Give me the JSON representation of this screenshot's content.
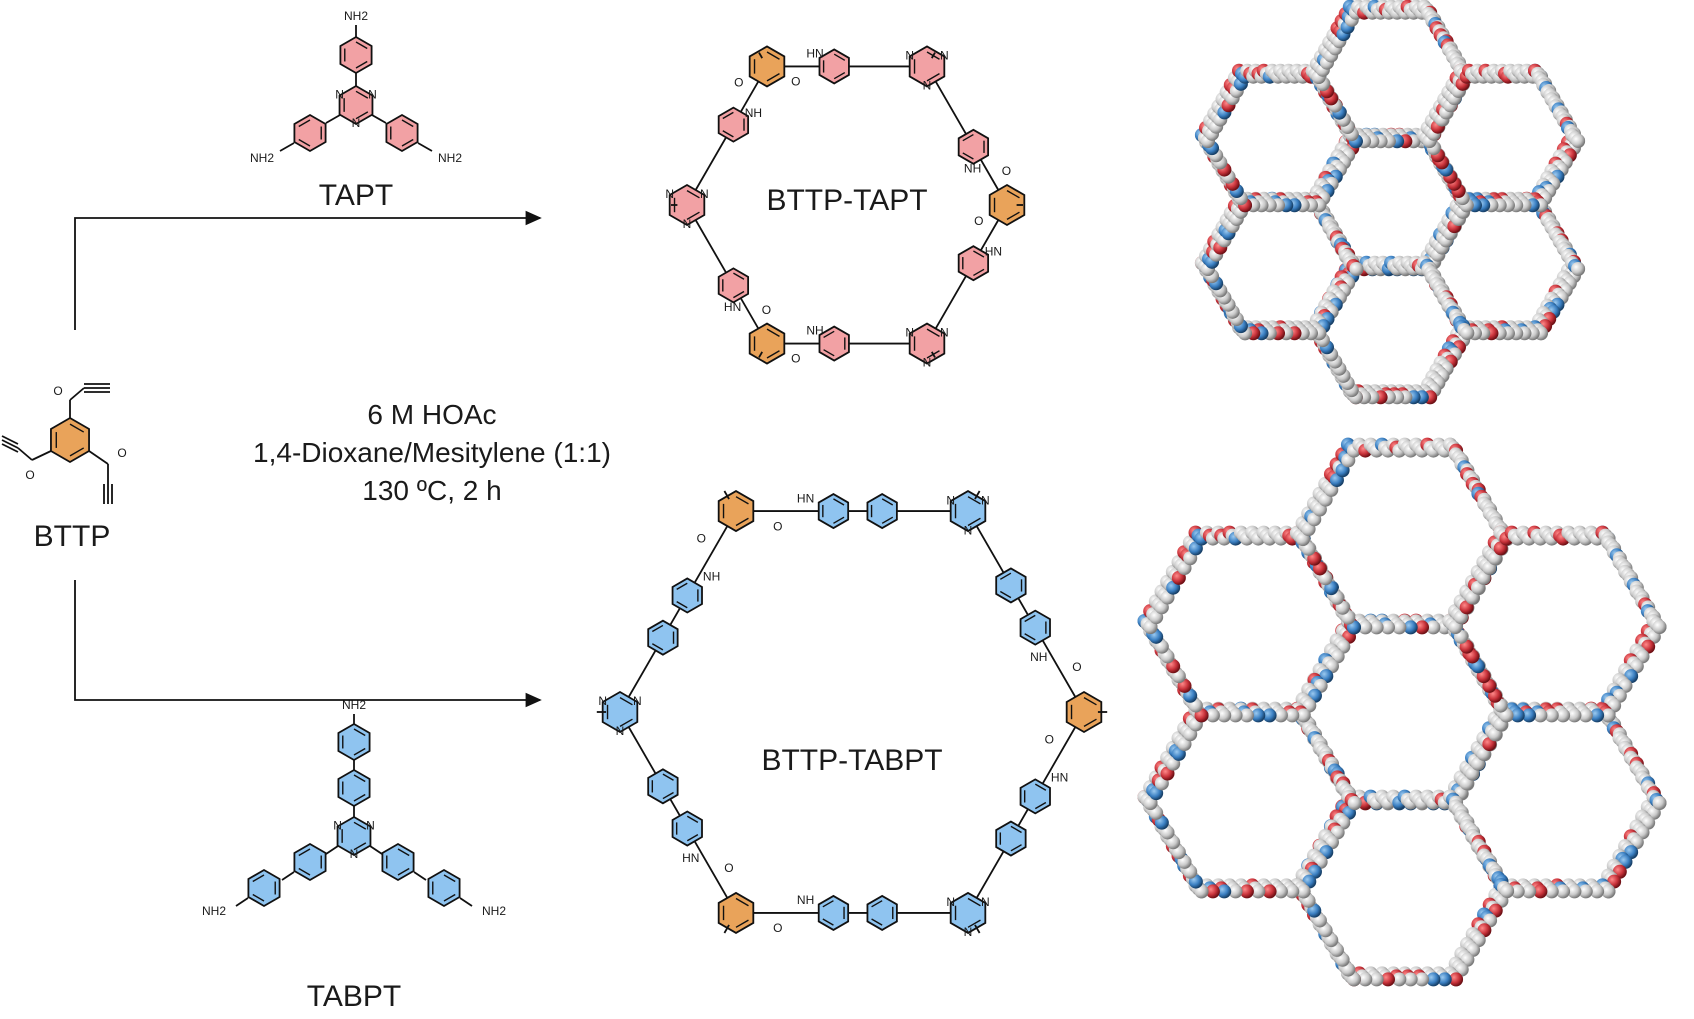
{
  "reagents": {
    "bttp": "BTTP",
    "tapt": "TAPT",
    "tabpt": "TABPT"
  },
  "conditions": {
    "line1": "6 M HOAc",
    "line2": "1,4-Dioxane/Mesitylene (1:1)",
    "line3": "130 ºC, 2 h"
  },
  "products": {
    "top": "BTTP-TAPT",
    "bottom": "BTTP-TABPT"
  },
  "atoms": {
    "amine": "NH2",
    "imine_h": "HN",
    "imine_h2": "NH",
    "oxygen": "O",
    "nitrogen": "N"
  },
  "colors": {
    "orange": "#e9a35a",
    "pink": "#f2a1a4",
    "blue": "#8fc4f0",
    "atom_gray": "#cfcfcf",
    "atom_red": "#c8323a",
    "atom_blue": "#3a7fc2"
  },
  "icons": {
    "arrow": "arrow-right-icon",
    "model": "space-filling-model-icon"
  }
}
